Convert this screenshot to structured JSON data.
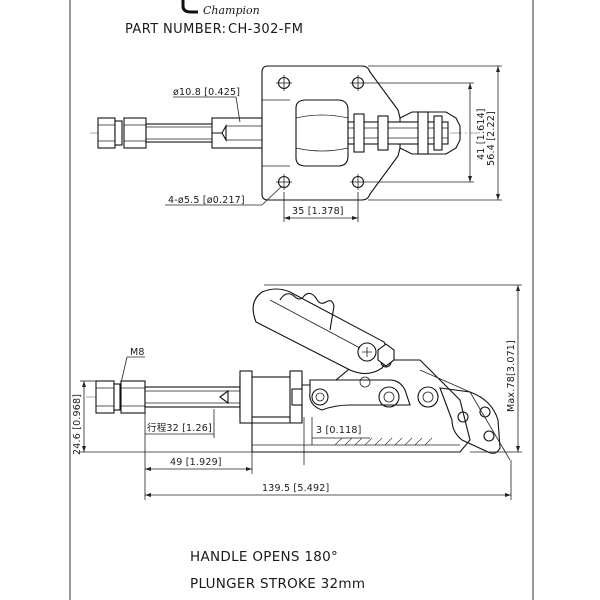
{
  "brand": {
    "name": "Champion"
  },
  "header": {
    "part_label": "PART NUMBER:",
    "part_number": "CH-302-FM"
  },
  "top_view": {
    "dim_thread_dia": "ø10.8 [0.425]",
    "dim_holes": "4-ø5.5 [ø0.217]",
    "dim_hole_spacing": "35 [1.378]",
    "dim_hole_vertical": "41 [1.614]",
    "dim_overall_height": "56.4 [2.22]"
  },
  "side_view": {
    "dim_thread": "M8",
    "dim_stroke": "行程32 [1.26]",
    "dim_base_offset": "3 [0.118]",
    "dim_plunger_length": "49 [1.929]",
    "dim_overall_length": "139.5 [5.492]",
    "dim_height": "24.6 [0.968]",
    "dim_max_height": "Max.78[3.071]"
  },
  "notes": {
    "handle": "HANDLE OPENS 180°",
    "stroke": "PLUNGER STROKE 32mm"
  }
}
